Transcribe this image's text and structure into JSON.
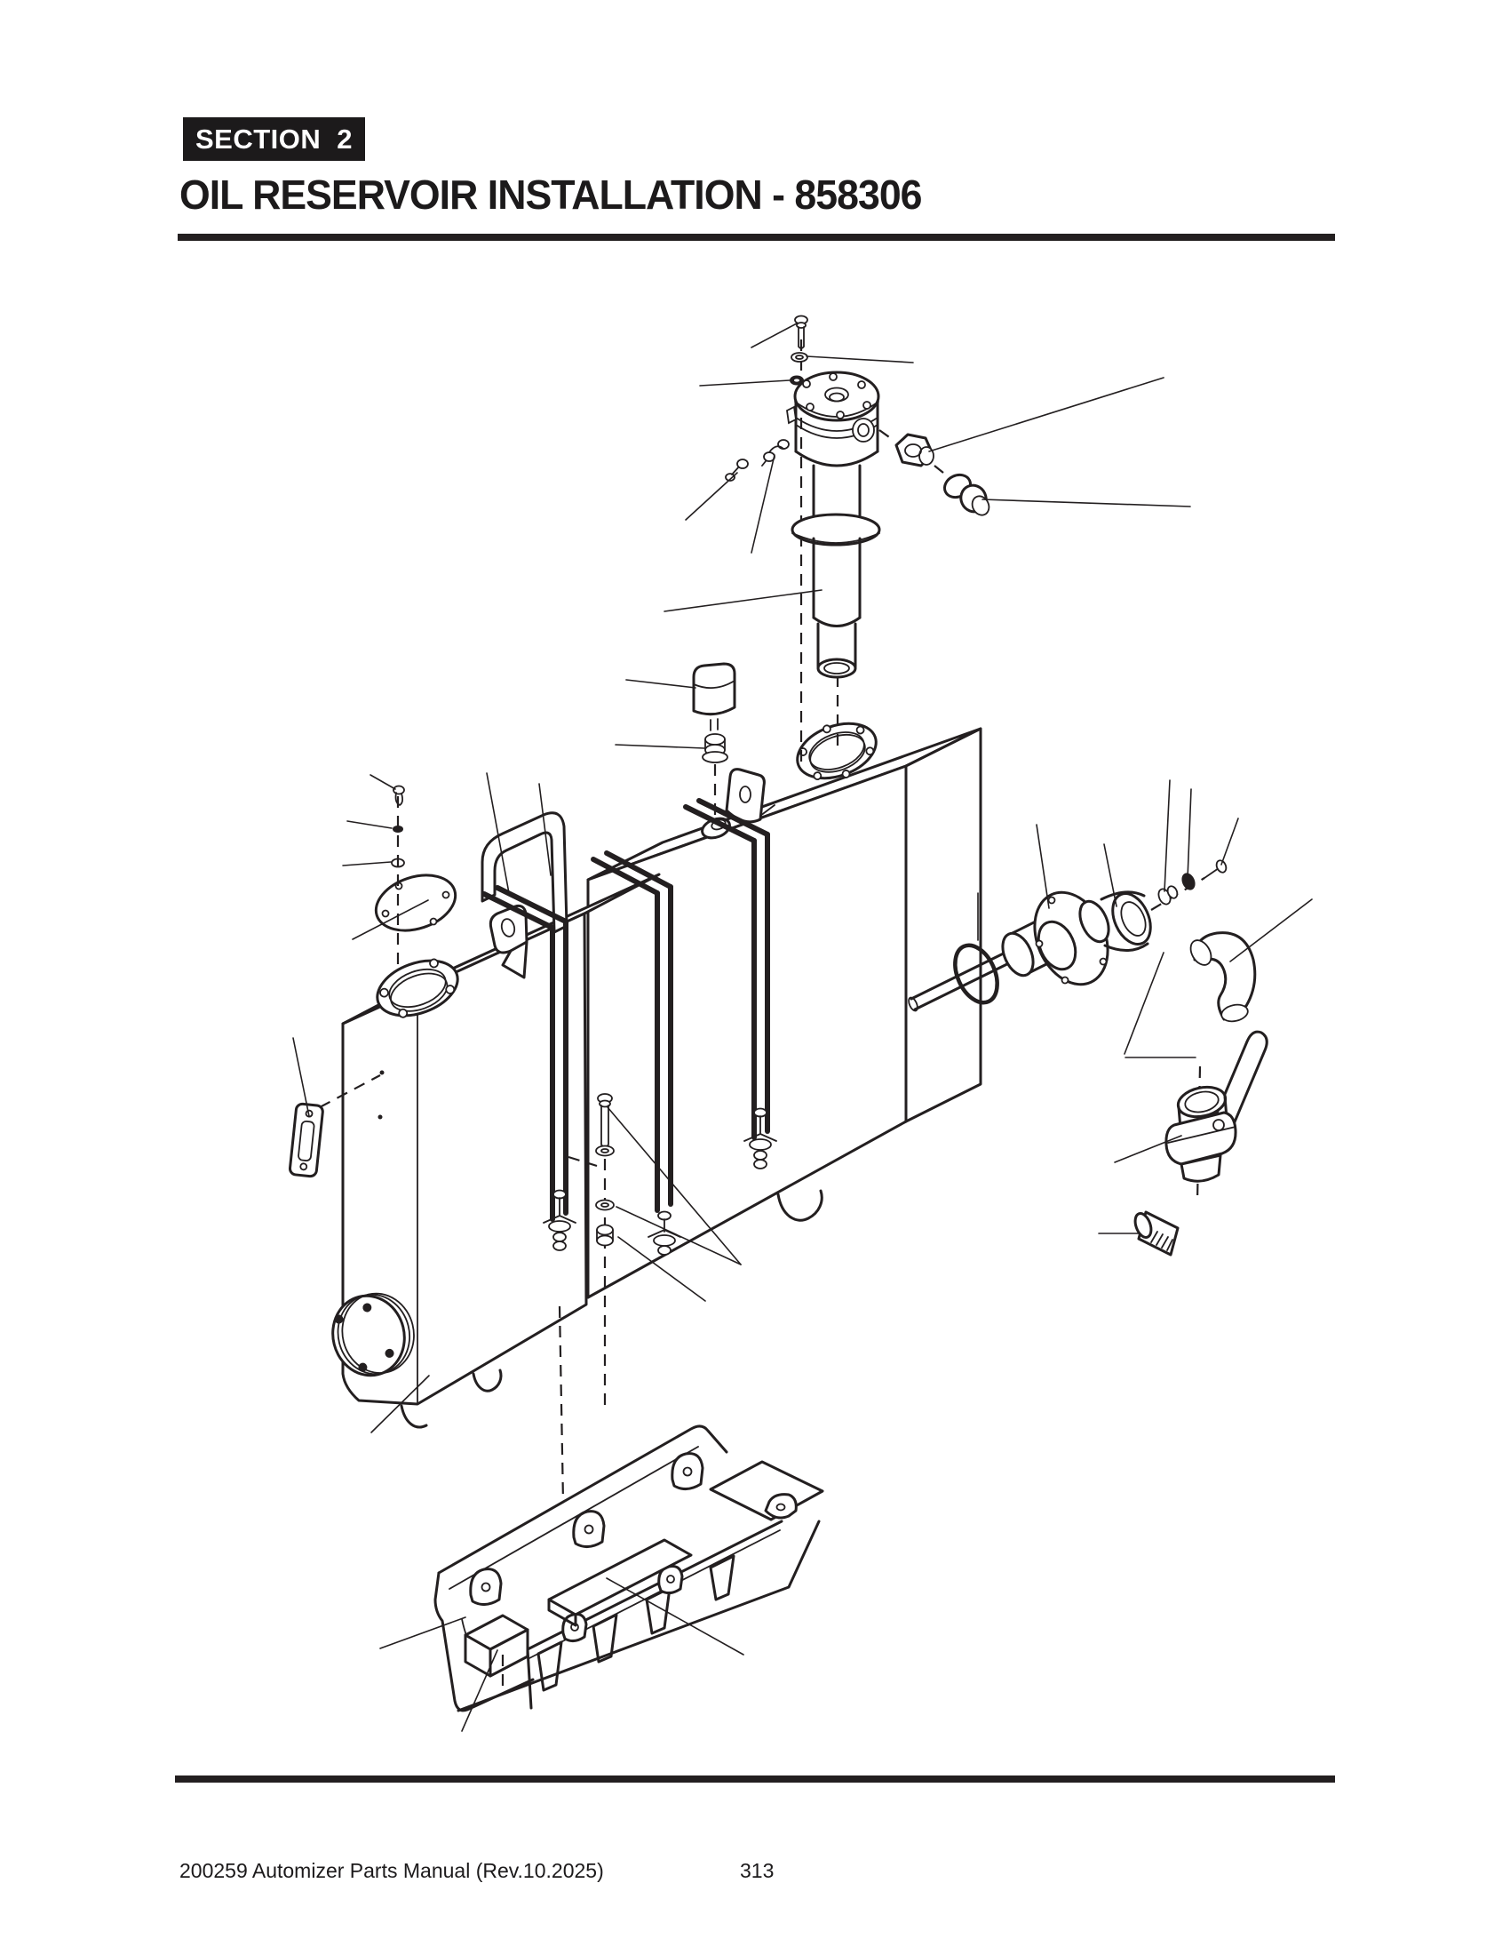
{
  "page": {
    "section_label": "SECTION",
    "section_number": "2",
    "title": "OIL RESERVOIR INSTALLATION - 858306"
  },
  "footer": {
    "left_text": "200259 Automizer Parts Manual (Rev.10.2025)",
    "page_number": "313"
  },
  "colors": {
    "ink": "#231F20",
    "background": "#FFFFFF",
    "header_box": "#1C1A1B"
  },
  "diagram": {
    "alt": "Exploded parts view of oil reservoir installation: filler strainer assembly, breather cap, two strapped reservoir tanks with cleanout cover and sight gauge, suction flange with elbow fittings, ball valve, hose barb, rubber elbow and molded mounting base. Leader lines shown without part numbers."
  }
}
